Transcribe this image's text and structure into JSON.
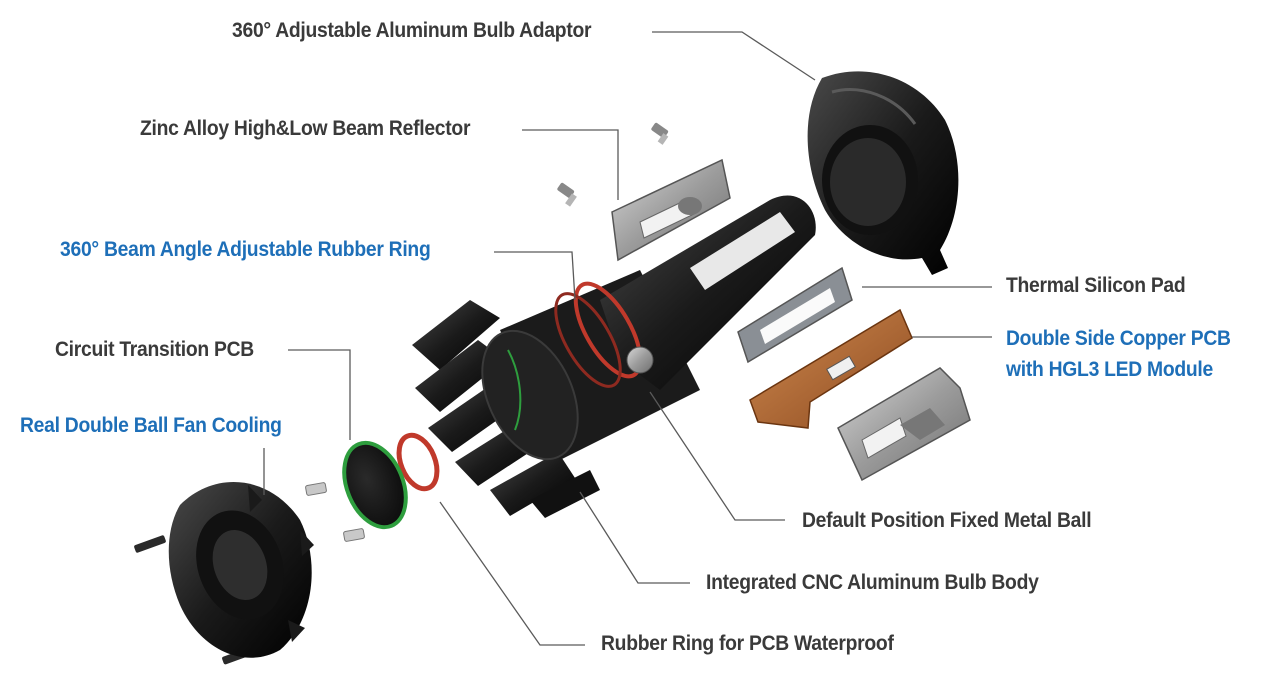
{
  "labels": {
    "bulb_adaptor": "360° Adjustable Aluminum Bulb Adaptor",
    "reflector": "Zinc Alloy High&Low Beam Reflector",
    "rubber_ring_adjust": "360° Beam Angle Adjustable Rubber Ring",
    "circuit_pcb": "Circuit Transition PCB",
    "fan_cooling": "Real Double Ball Fan Cooling",
    "thermal_pad": "Thermal Silicon Pad",
    "copper_pcb_line1": "Double Side Copper PCB",
    "copper_pcb_line2": "with HGL3 LED Module",
    "metal_ball": "Default Position Fixed Metal Ball",
    "bulb_body": "Integrated CNC Aluminum Bulb Body",
    "rubber_ring_waterproof": "Rubber Ring for PCB Waterproof"
  },
  "colors": {
    "label_dark": "#3a3a3a",
    "label_blue": "#1e6fb8",
    "part_black": "#1c1c1c",
    "rubber_red": "#c0392b",
    "pcb_green": "#2e9e3e",
    "pcb_copper": "#b8652f",
    "metal_grey": "#9a9a9a"
  }
}
